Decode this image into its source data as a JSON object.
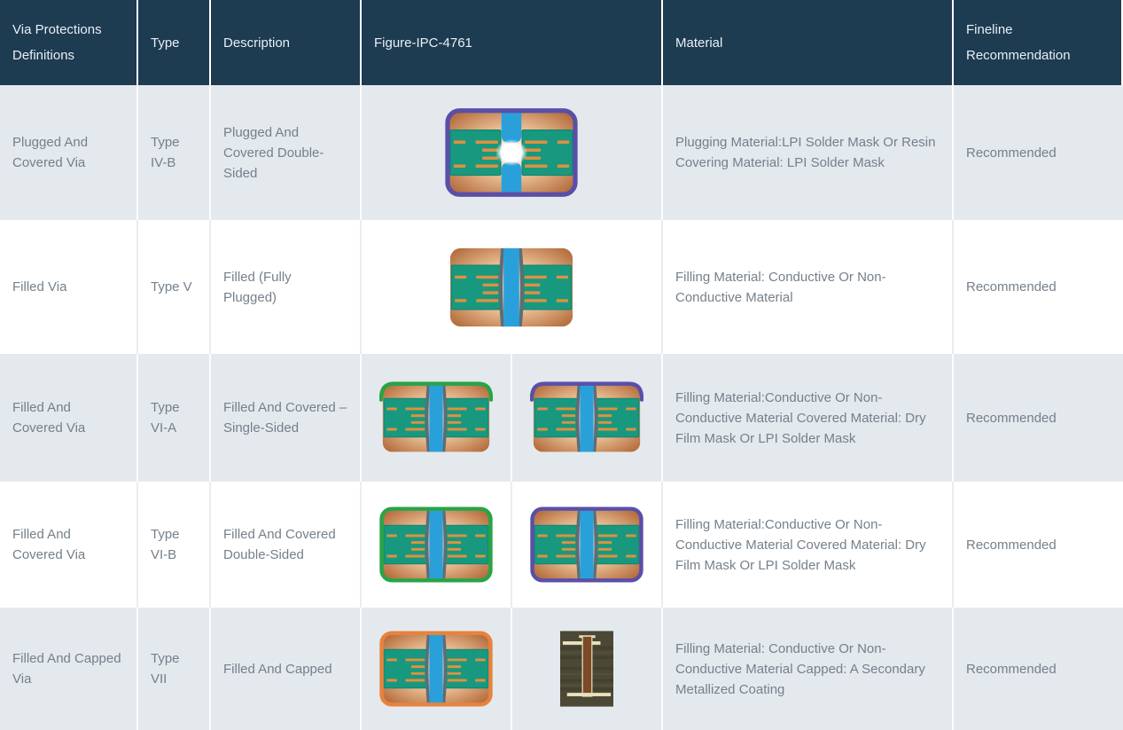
{
  "table": {
    "columns": [
      {
        "key": "definition",
        "label": "Via Protections Definitions"
      },
      {
        "key": "type",
        "label": "Type"
      },
      {
        "key": "description",
        "label": "Description"
      },
      {
        "key": "figure",
        "label": "Figure-IPC-4761"
      },
      {
        "key": "material",
        "label": "Material"
      },
      {
        "key": "fineline",
        "label": "Fineline Recommendation"
      }
    ],
    "rows": [
      {
        "definition": "Plugged And Covered Via",
        "type": "Type IV-B",
        "description": "Plugged And Covered Double-Sided",
        "figures": [
          {
            "kind": "via",
            "cover": "both",
            "cover_color": "#5a4fa8",
            "fill": "hole",
            "name": "plugged-covered-double-sided-diagram"
          }
        ],
        "material": "Plugging Material:LPI Solder Mask Or Resin Covering Material: LPI Solder Mask",
        "fineline": "Recommended"
      },
      {
        "definition": "Filled Via",
        "type": "Type V",
        "description": "Filled (Fully Plugged)",
        "figures": [
          {
            "kind": "via",
            "cover": "none",
            "cover_color": "",
            "fill": "full",
            "name": "filled-via-diagram"
          }
        ],
        "material": "Filling Material: Conductive Or Non-Conductive Material",
        "fineline": "Recommended"
      },
      {
        "definition": "Filled And Covered Via",
        "type": "Type VI-A",
        "description": "Filled And Covered – Single-Sided",
        "figures": [
          {
            "kind": "via",
            "cover": "top",
            "cover_color": "#28a447",
            "fill": "full",
            "name": "filled-covered-single-sided-dry-film-diagram"
          },
          {
            "kind": "via",
            "cover": "top",
            "cover_color": "#5a4fa8",
            "fill": "full",
            "name": "filled-covered-single-sided-lpi-diagram"
          }
        ],
        "material": "Filling Material:Conductive Or Non-Conductive Material Covered Material: Dry Film Mask Or LPI Solder Mask",
        "fineline": "Recommended"
      },
      {
        "definition": "Filled And Covered Via",
        "type": "Type VI-B",
        "description": "Filled And Covered Double-Sided",
        "figures": [
          {
            "kind": "via",
            "cover": "both",
            "cover_color": "#28a447",
            "fill": "full",
            "name": "filled-covered-double-sided-dry-film-diagram"
          },
          {
            "kind": "via",
            "cover": "both",
            "cover_color": "#5a4fa8",
            "fill": "full",
            "name": "filled-covered-double-sided-lpi-diagram"
          }
        ],
        "material": "Filling Material:Conductive Or Non-Conductive Material Covered Material: Dry Film Mask Or LPI Solder Mask",
        "fineline": "Recommended"
      },
      {
        "definition": "Filled And Capped Via",
        "type": "Type VII",
        "description": "Filled And Capped",
        "figures": [
          {
            "kind": "via",
            "cover": "both",
            "cover_color": "#e8823c",
            "fill": "full",
            "name": "filled-capped-diagram"
          },
          {
            "kind": "micrograph",
            "name": "filled-capped-micrograph"
          }
        ],
        "material": "Filling Material: Conductive Or Non-Conductive Material Capped: A Secondary Metallized Coating",
        "fineline": "Recommended"
      }
    ]
  },
  "colors": {
    "header_bg": "#1d3b51",
    "header_text": "#e9eff4",
    "row_alt_bg": "#e4e9ee",
    "row_bg": "#ffffff",
    "body_text": "#75808a",
    "core_teal": "#18997f",
    "trace_orange": "#e09040",
    "plug_blue": "#2aa0da",
    "copper": "#b66f3f",
    "cover_purple": "#5a4fa8",
    "cover_green": "#28a447",
    "cap_orange": "#e8823c"
  }
}
